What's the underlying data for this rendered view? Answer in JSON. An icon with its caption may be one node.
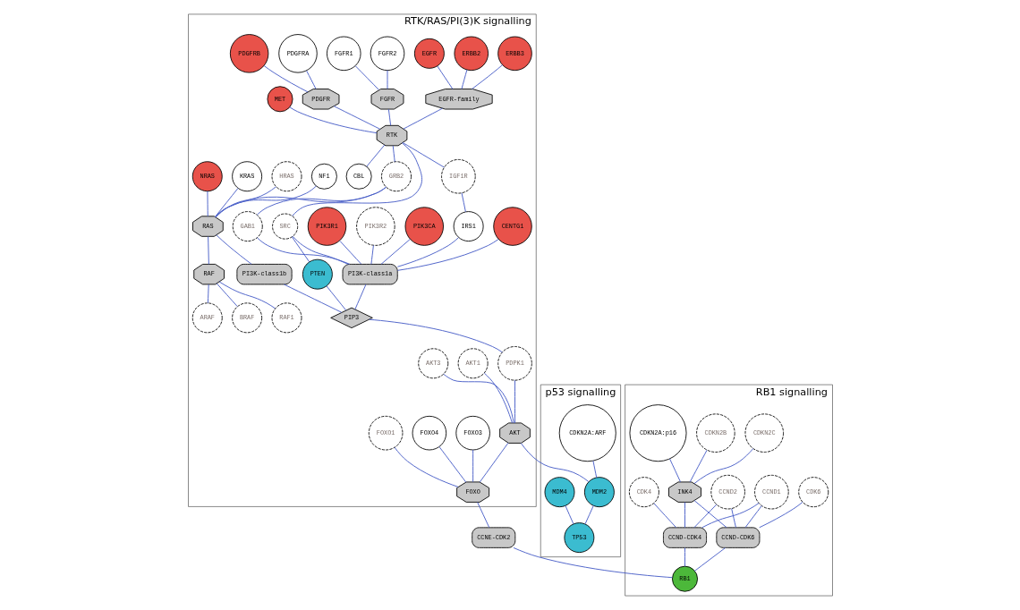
{
  "diagram": {
    "nodes": [
      {
        "text": [
          "RTK/RAS/PI(3)K signalling"
        ]
      },
      {
        "text": [
          "ERBB3"
        ],
        "in": 0
      },
      {
        "text": [
          "ERBB2"
        ],
        "in": 0
      },
      {
        "text": [
          "EGFR-family"
        ],
        "in": 0
      },
      {
        "text": [
          "EGFR"
        ],
        "in": 0
      },
      {
        "text": [
          "FGFR1"
        ],
        "in": 0
      },
      {
        "text": [
          "FGFR2"
        ],
        "in": 0
      },
      {
        "text": [
          "FGFR"
        ],
        "in": 0
      },
      {
        "text": [
          "PDGFRB"
        ],
        "in": 0
      },
      {
        "text": [
          "PDGFRA"
        ],
        "in": 0
      },
      {
        "text": [
          "PDGFR"
        ],
        "in": 0
      },
      {
        "text": [
          "MET"
        ],
        "in": 0
      },
      {
        "text": [
          "RTK"
        ],
        "in": 0
      },
      {
        "text": [
          "CBL"
        ],
        "in": 0
      },
      {
        "text": [
          "IGF1R"
        ],
        "in": 0
      },
      {
        "text": [
          "IRS1"
        ],
        "in": 0
      },
      {
        "text": [
          "SRC"
        ],
        "in": 0
      },
      {
        "text": [
          "CENTG1"
        ],
        "in": 0
      },
      {
        "text": [
          "PIK3CA"
        ],
        "in": 0
      },
      {
        "text": [
          "PIK3R2"
        ],
        "in": 0
      },
      {
        "text": [
          "PIK3R1"
        ],
        "in": 0
      },
      {
        "text": [
          "PI3K-class1a"
        ],
        "in": 0
      },
      {
        "text": [
          "GRB2"
        ],
        "in": 0
      },
      {
        "text": [
          "GAB1"
        ],
        "in": 0
      },
      {
        "text": [
          "PTEN"
        ],
        "in": 0
      },
      {
        "text": [
          "KRAS"
        ],
        "in": 0
      },
      {
        "text": [
          "NRAS"
        ],
        "in": 0
      },
      {
        "text": [
          "RAS"
        ],
        "in": 0
      },
      {
        "text": [
          "NF1"
        ],
        "in": 0
      },
      {
        "text": [
          "PI3K-class1b"
        ],
        "in": 0
      },
      {
        "text": [
          "HRAS"
        ],
        "in": 0
      },
      {
        "text": [
          "PIP3"
        ],
        "in": 0
      },
      {
        "text": [
          "PDPK1"
        ],
        "in": 0
      },
      {
        "text": [
          "FOXO3"
        ],
        "in": 0
      },
      {
        "text": [
          "FOXO4"
        ],
        "in": 0
      },
      {
        "text": [
          "FOXO"
        ],
        "in": 0
      },
      {
        "text": [
          "FOXO1"
        ],
        "in": 0
      },
      {
        "text": [
          "RAF"
        ],
        "in": 0
      },
      {
        "text": [
          "RAF1"
        ],
        "in": 0
      },
      {
        "text": [
          "ARAF"
        ],
        "in": 0
      },
      {
        "text": [
          "BRAF"
        ],
        "in": 0
      },
      {
        "text": [
          "AKT1"
        ],
        "in": 0
      },
      {
        "text": [
          "AKT3"
        ],
        "in": 0
      },
      {
        "text": [
          "AKT"
        ],
        "in": 0
      },
      {
        "text": [
          "RB1 signalling"
        ]
      },
      {
        "text": [
          "CDKN2C"
        ],
        "in": 44
      },
      {
        "text": [
          "CDKN2B"
        ],
        "in": 44
      },
      {
        "text": [
          "CDKN2A:p16"
        ],
        "in": 44
      },
      {
        "text": [
          "INK4"
        ],
        "in": 44
      },
      {
        "text": [
          "CDK6"
        ],
        "in": 44
      },
      {
        "text": [
          "CDK4"
        ],
        "in": 44
      },
      {
        "text": [
          "CCND1"
        ],
        "in": 44
      },
      {
        "text": [
          "CCND-CDK6"
        ],
        "in": 44
      },
      {
        "text": [
          "CCND-CDK4"
        ],
        "in": 44
      },
      {
        "text": [
          "CCND2"
        ],
        "in": 44
      },
      {
        "text": [
          "RB1"
        ],
        "in": 44
      },
      {
        "text": [
          "CCNE-CDK2"
        ]
      },
      {
        "text": [
          "p53 signalling"
        ]
      },
      {
        "text": [
          "CDKN2A:ARF"
        ],
        "in": 57
      },
      {
        "text": [
          "MDM2"
        ],
        "in": 57
      },
      {
        "text": [
          "MDM4"
        ],
        "in": 57
      },
      {
        "text": [
          "TP53"
        ],
        "in": 57
      }
    ],
    "edges": [
      {
        "from": 2,
        "to": 3,
        "arrow": "none"
      },
      {
        "from": 1,
        "to": 3,
        "arrow": "none"
      },
      {
        "from": 4,
        "to": 3,
        "arrow": "none"
      },
      {
        "from": 3,
        "to": 12,
        "arrow": "none"
      },
      {
        "from": 5,
        "to": 7,
        "arrow": "none"
      },
      {
        "from": 6,
        "to": 7,
        "arrow": "none"
      },
      {
        "from": 7,
        "to": 12,
        "arrow": "none"
      },
      {
        "from": 8,
        "to": 10,
        "arrow": "none"
      },
      {
        "from": 9,
        "to": 10,
        "arrow": "none"
      },
      {
        "from": 10,
        "to": 12,
        "arrow": "none"
      },
      {
        "from": 11,
        "to": 12,
        "arrow": "none"
      },
      {
        "from": 12,
        "to": 13,
        "arrow": "none"
      },
      {
        "from": 12,
        "to": 14,
        "arrow": "none"
      },
      {
        "from": 12,
        "to": 16,
        "arrow": "none"
      },
      {
        "from": 12,
        "to": 22,
        "arrow": "none"
      },
      {
        "from": 14,
        "to": 15,
        "arrow": "none"
      },
      {
        "from": 15,
        "to": 21,
        "arrow": "none"
      },
      {
        "from": 17,
        "to": 21,
        "arrow": "none"
      },
      {
        "from": 18,
        "to": 21,
        "arrow": "none"
      },
      {
        "from": 19,
        "to": 21,
        "arrow": "none"
      },
      {
        "from": 20,
        "to": 21,
        "arrow": "none"
      },
      {
        "from": 16,
        "to": 21,
        "arrow": "none"
      },
      {
        "from": 16,
        "to": 24,
        "arrow": "none"
      },
      {
        "from": 23,
        "to": 21,
        "arrow": "none"
      },
      {
        "from": 22,
        "to": 23,
        "arrow": "none"
      },
      {
        "from": 21,
        "to": 31,
        "arrow": "none"
      },
      {
        "from": 24,
        "to": 31,
        "arrow": "none"
      },
      {
        "from": 22,
        "to": 27,
        "arrow": "none"
      },
      {
        "from": 25,
        "to": 27,
        "arrow": "none"
      },
      {
        "from": 26,
        "to": 27,
        "arrow": "none"
      },
      {
        "from": 30,
        "to": 27,
        "arrow": "none"
      },
      {
        "from": 28,
        "to": 27,
        "arrow": "none"
      },
      {
        "from": 27,
        "to": 29,
        "arrow": "none"
      },
      {
        "from": 29,
        "to": 31,
        "arrow": "none"
      },
      {
        "from": 27,
        "to": 37,
        "arrow": "none"
      },
      {
        "from": 37,
        "to": 38,
        "arrow": "none"
      },
      {
        "from": 37,
        "to": 40,
        "arrow": "none"
      },
      {
        "from": 37,
        "to": 39,
        "arrow": "none"
      },
      {
        "from": 31,
        "to": 32,
        "arrow": "none"
      },
      {
        "from": 32,
        "to": 43,
        "arrow": "none"
      },
      {
        "from": 41,
        "to": 43,
        "arrow": "none"
      },
      {
        "from": 42,
        "to": 43,
        "arrow": "none"
      },
      {
        "from": 43,
        "to": 35,
        "arrow": "none"
      },
      {
        "from": 33,
        "to": 35,
        "arrow": "none"
      },
      {
        "from": 34,
        "to": 35,
        "arrow": "none"
      },
      {
        "from": 36,
        "to": 35,
        "arrow": "none"
      },
      {
        "from": 35,
        "to": 56,
        "arrow": "none"
      },
      {
        "from": 56,
        "to": 55,
        "arrow": "none"
      },
      {
        "from": 43,
        "to": 59,
        "arrow": "none"
      },
      {
        "from": 45,
        "to": 48,
        "arrow": "none"
      },
      {
        "from": 46,
        "to": 48,
        "arrow": "none"
      },
      {
        "from": 47,
        "to": 48,
        "arrow": "none"
      },
      {
        "from": 48,
        "to": 52,
        "arrow": "none"
      },
      {
        "from": 48,
        "to": 53,
        "arrow": "none"
      },
      {
        "from": 49,
        "to": 52,
        "arrow": "none"
      },
      {
        "from": 50,
        "to": 53,
        "arrow": "none"
      },
      {
        "from": 51,
        "to": 52,
        "arrow": "none"
      },
      {
        "from": 51,
        "to": 53,
        "arrow": "none"
      },
      {
        "from": 54,
        "to": 52,
        "arrow": "none"
      },
      {
        "from": 54,
        "to": 53,
        "arrow": "none"
      },
      {
        "from": 52,
        "to": 55,
        "arrow": "none"
      },
      {
        "from": 53,
        "to": 55,
        "arrow": "none"
      },
      {
        "from": 58,
        "to": 59,
        "arrow": "none"
      },
      {
        "from": 59,
        "to": 61,
        "arrow": "none"
      },
      {
        "from": 60,
        "to": 61,
        "arrow": "none"
      }
    ]
  }
}
